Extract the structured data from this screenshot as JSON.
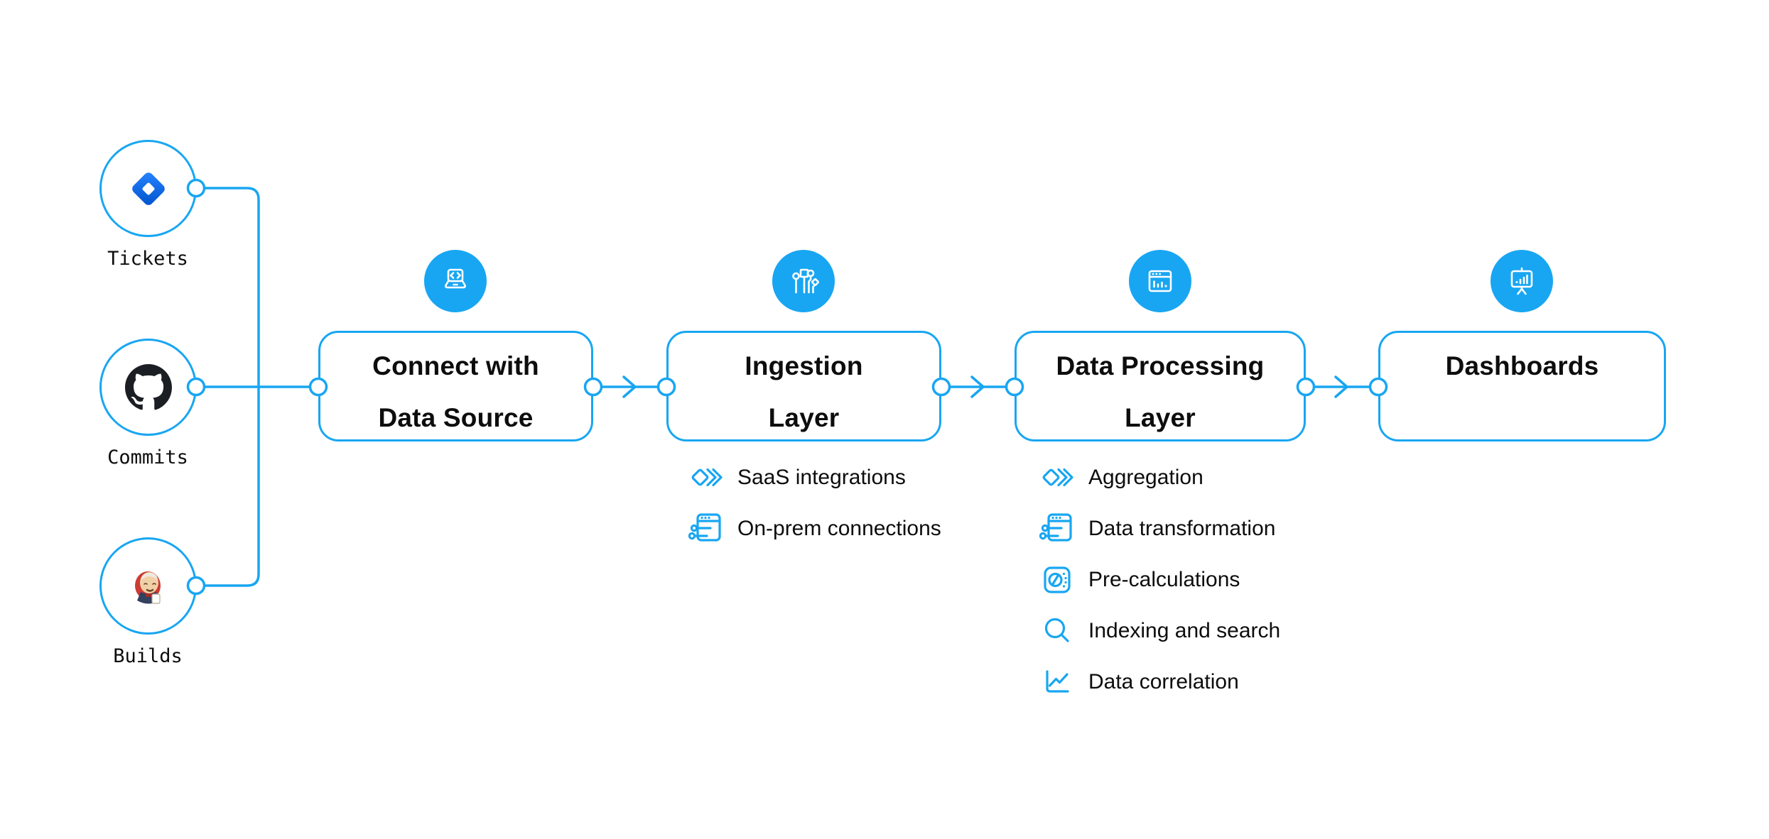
{
  "palette": {
    "accent": "#18a6f2",
    "text": "#0d0d0d",
    "background": "#ffffff",
    "github_black": "#1b1f23",
    "jira_blue_start": "#2684ff",
    "jira_blue_end": "#0052cc",
    "jenkins_red": "#cc3b33",
    "jenkins_suit": "#33405e",
    "jenkins_skin": "#f2d0a7"
  },
  "sources": [
    {
      "label": "Tickets",
      "icon": "jira-icon"
    },
    {
      "label": "Commits",
      "icon": "github-icon"
    },
    {
      "label": "Builds",
      "icon": "jenkins-icon"
    }
  ],
  "stages": [
    {
      "lines": [
        "Connect with",
        "Data Source"
      ],
      "icon": "laptop-code-icon",
      "items": []
    },
    {
      "lines": [
        "Ingestion",
        "Layer"
      ],
      "icon": "circuit-branches-icon",
      "items": [
        {
          "label": "SaaS integrations",
          "icon": "stacked-diamonds-icon"
        },
        {
          "label": "On-prem connections",
          "icon": "window-sliders-icon"
        }
      ]
    },
    {
      "lines": [
        "Data Processing",
        "Layer"
      ],
      "icon": "window-chart-icon",
      "items": [
        {
          "label": "Aggregation",
          "icon": "stacked-diamonds-icon"
        },
        {
          "label": "Data transformation",
          "icon": "window-sliders-icon"
        },
        {
          "label": "Pre-calculations",
          "icon": "gauge-icon"
        },
        {
          "label": "Indexing and search",
          "icon": "search-icon"
        },
        {
          "label": "Data correlation",
          "icon": "line-chart-icon"
        }
      ]
    },
    {
      "lines": [
        "Dashboards"
      ],
      "icon": "presentation-chart-icon",
      "items": []
    }
  ]
}
